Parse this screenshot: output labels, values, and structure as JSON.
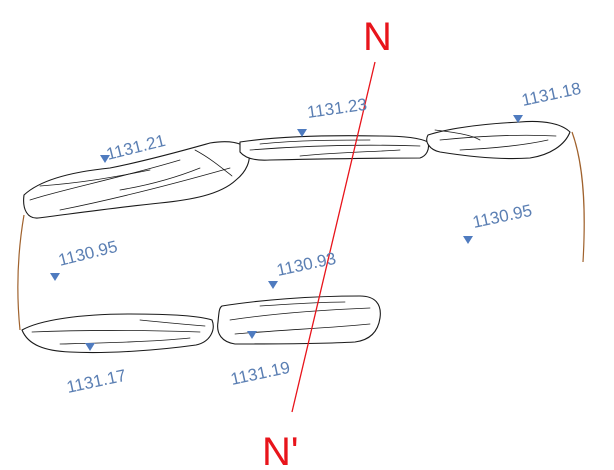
{
  "section": {
    "start_label": "N",
    "end_label": "N'",
    "line_color": "#e8141b"
  },
  "elevations": [
    "1131.21",
    "1131.23",
    "1131.18",
    "1130.95",
    "1130.95",
    "1130.93",
    "1131.17",
    "1131.19"
  ],
  "colors": {
    "elevation_text": "#5b7fb3",
    "marker": "#4f7bbf",
    "stone_outline": "#1a1a1a",
    "edge_line": "#a0622d"
  }
}
